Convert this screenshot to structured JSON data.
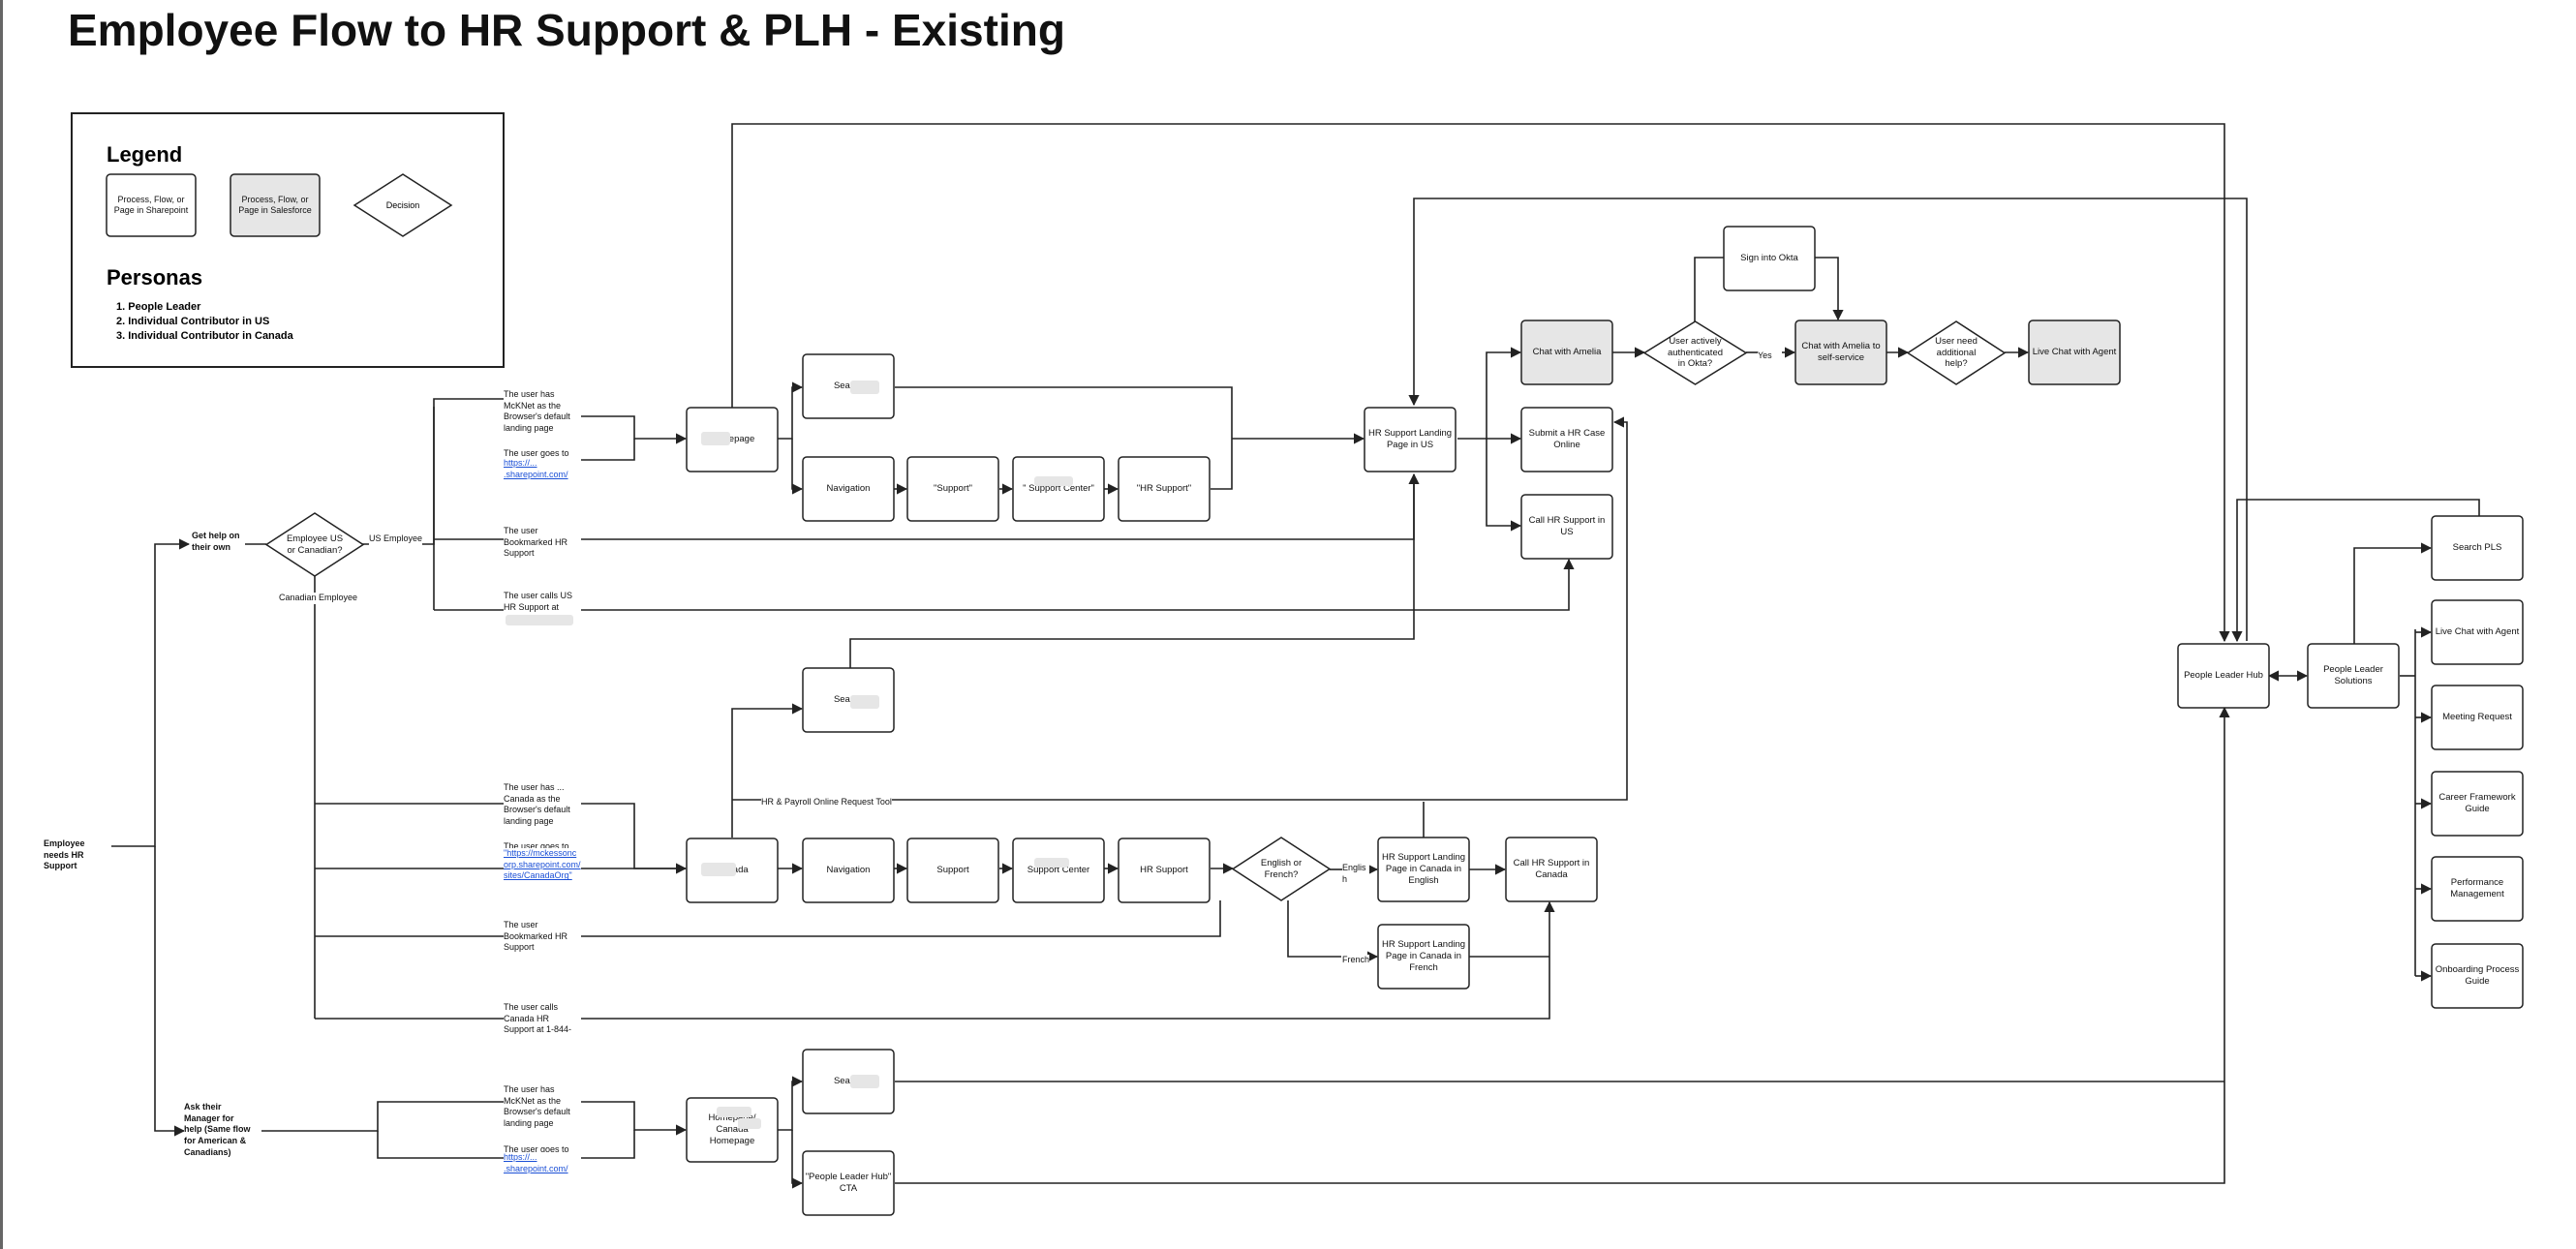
{
  "title": "Employee Flow to HR Support & PLH - Existing",
  "legend": {
    "title": "Legend",
    "sharepoint_label": "Process, Flow, or Page in Sharepoint",
    "salesforce_label": "Process, Flow, or Page in Salesforce",
    "decision_label": "Decision",
    "personas_title": "Personas",
    "personas": [
      "People Leader",
      "Individual Contributor in US",
      "Individual Contributor in Canada"
    ]
  },
  "colors": {
    "salesforce_fill": "#e6e6e6",
    "sharepoint_fill": "#ffffff",
    "line": "#222222",
    "link": "#1a4fd6"
  },
  "labels": {
    "start": "Employee needs HR Support",
    "own": "Get help on their own",
    "ask": "Ask their Manager for help (Same flow for American & Canadians)",
    "us_employee": "US Employee",
    "canadian_employee": "Canadian Employee",
    "us_mcknet": "The user has McKNet as the Browser's default landing page",
    "us_goes_to": "The user goes to",
    "us_link": "https://... .sharepoint.com/",
    "us_bookmark": "The user Bookmarked HR Support",
    "us_calls": "The user calls US HR Support at",
    "ca_has": "The user has ... Canada as the Browser's default landing page",
    "ca_goes_to": "The user goes to",
    "ca_link": "\"https://mckessoncorp.sharepoint.com/sites/CanadaOrg\"",
    "ca_bookmark": "The user Bookmarked HR Support",
    "ca_calls": "The user calls Canada HR Support at 1-844-",
    "m_mcknet": "The user has McKNet as the Browser's default landing page",
    "m_goes_to": "The user goes to",
    "m_link": "https://... .sharepoint.com/",
    "hr_payroll": "HR & Payroll Online Request Tool",
    "yes": "Yes",
    "english": "English",
    "french": "French"
  },
  "nodes": {
    "decision_us_ca": "Employee US or Canadian?",
    "us_homepage": "Homepage",
    "us_search": "Search",
    "us_navigation": "Navigation",
    "us_support": "\"Support\"",
    "us_support_center": "\" Support Center\"",
    "us_hr_support": "\"HR Support\"",
    "hr_landing_us": "HR Support Landing Page in US",
    "chat_amelia": "Chat with Amelia",
    "submit_case": "Submit a HR Case Online",
    "call_us": "Call HR Support in US",
    "okta_decision": "User actively authenticated in Okta?",
    "sign_okta": "Sign into Okta",
    "chat_amelia_self": "Chat with Amelia to self-service",
    "need_help": "User need additional help?",
    "live_chat": "Live Chat with Agent",
    "ca_search": "Search",
    "ca_canada": "Canada",
    "ca_navigation": "Navigation",
    "ca_support": "Support",
    "ca_support_center": "Support Center",
    "ca_hr_support": "HR Support",
    "lang_decision": "English or French?",
    "landing_ca_en": "HR Support Landing Page in Canada in English",
    "landing_ca_fr": "HR Support Landing Page in Canada in French",
    "call_ca": "Call HR Support in Canada",
    "m_search": "Search",
    "m_homepage_1": "Homepage/",
    "m_homepage_2": "Canada",
    "m_homepage_3": "Homepage",
    "plh_cta": "\"People Leader Hub\" CTA",
    "plh": "People Leader Hub",
    "pl_solutions": "People Leader Solutions",
    "search_pls": "Search PLS",
    "live_chat_agent": "Live Chat with Agent",
    "meeting_request": "Meeting Request",
    "career_guide": "Career Framework Guide",
    "performance": "Performance Management",
    "onboarding": "Onboarding Process Guide"
  }
}
